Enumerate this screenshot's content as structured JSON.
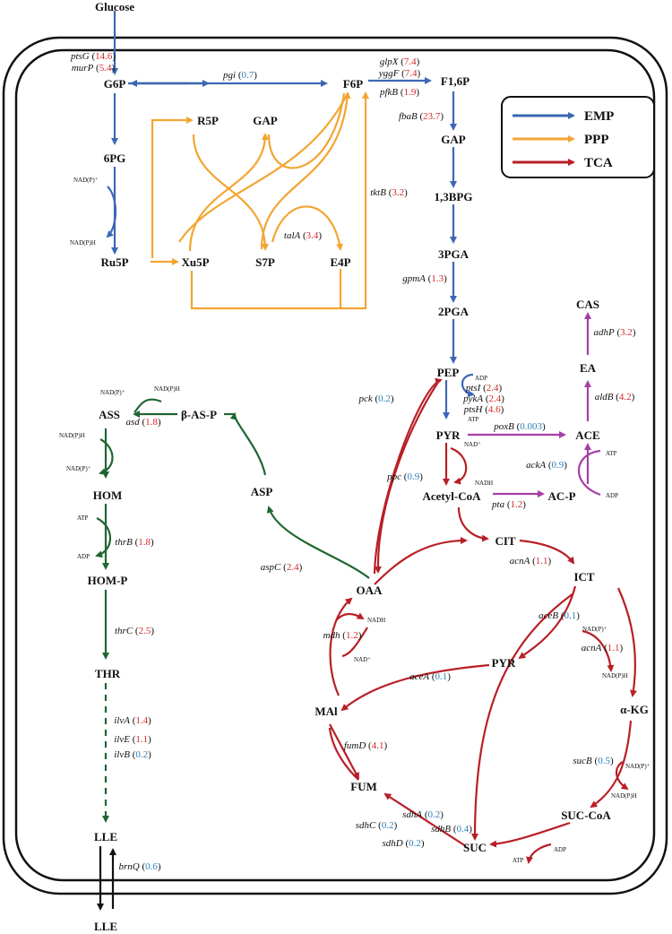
{
  "colors": {
    "emp": "#3d67b5",
    "ppp": "#f3a533",
    "tca": "#b81f26",
    "acetate": "#a63ea8",
    "threonine": "#1f6632",
    "value_up": "#d62727",
    "value_down": "#2c7fb8",
    "outline": "#111111"
  },
  "legend": {
    "emp": "EMP",
    "ppp": "PPP",
    "tca": "TCA"
  },
  "metabolites": {
    "glucose": "Glucose",
    "g6p": "G6P",
    "f6p": "F6P",
    "f16p": "F1,6P",
    "pg6": "6PG",
    "r5p": "R5P",
    "gap_ppp": "GAP",
    "ru5p": "Ru5P",
    "xu5p": "Xu5P",
    "s7p": "S7P",
    "e4p": "E4P",
    "gap": "GAP",
    "bpg13": "1,3BPG",
    "pga3": "3PGA",
    "pga2": "2PGA",
    "pep": "PEP",
    "pyr": "PYR",
    "acetyl_coa": "Acetyl-CoA",
    "ace": "ACE",
    "acp": "AC-P",
    "ea": "EA",
    "cas": "CAS",
    "cit": "CIT",
    "ict": "ICT",
    "oaa": "OAA",
    "pyr2": "PYR",
    "mal": "MAl",
    "akg": "α-KG",
    "fum": "FUM",
    "suc_coa": "SUC-CoA",
    "suc": "SUC",
    "asp": "ASP",
    "bas_p": "β-AS-P",
    "ass": "ASS",
    "hom": "HOM",
    "hom_p": "HOM-P",
    "thr": "THR",
    "lle_in": "LLE",
    "lle_out": "LLE"
  },
  "cofactors": {
    "nadp_plus": "NAD(P)⁺",
    "nadph": "NAD(P)H",
    "nad_plus": "NAD⁺",
    "nadh": "NADH",
    "adp": "ADP",
    "atp": "ATP"
  },
  "genes": {
    "ptsG": {
      "name": "ptsG",
      "value": "14.6"
    },
    "murP": {
      "name": "murP",
      "value": "5.4"
    },
    "pgi": {
      "name": "pgi",
      "value": "0.7"
    },
    "glpX": {
      "name": "glpX",
      "value": "7.4"
    },
    "yggF": {
      "name": "yggF",
      "value": "7.4"
    },
    "pfkB": {
      "name": "pfkB",
      "value": "1.9"
    },
    "fbaB": {
      "name": "fbaB",
      "value": "23.7"
    },
    "tktB": {
      "name": "tktB",
      "value": "3.2"
    },
    "talA": {
      "name": "talA",
      "value": "3.4"
    },
    "gpmA": {
      "name": "gpmA",
      "value": "1.3"
    },
    "ptsI": {
      "name": "ptsI",
      "value": "2.4"
    },
    "pykA": {
      "name": "pykA",
      "value": "2.4"
    },
    "ptsH": {
      "name": "ptsH",
      "value": "4.6"
    },
    "pck": {
      "name": "pck",
      "value": "0.2"
    },
    "ppc": {
      "name": "ppc",
      "value": "0.9"
    },
    "poxB": {
      "name": "poxB",
      "value": "0.003"
    },
    "ackA": {
      "name": "ackA",
      "value": "0.9"
    },
    "pta": {
      "name": "pta",
      "value": "1.2"
    },
    "aldB": {
      "name": "aldB",
      "value": "4.2"
    },
    "adhP": {
      "name": "adhP",
      "value": "3.2"
    },
    "acnA1": {
      "name": "acnA",
      "value": "1.1"
    },
    "aceB": {
      "name": "aceB",
      "value": "0.1"
    },
    "acnA2": {
      "name": "acnA",
      "value": "1.1"
    },
    "mdh": {
      "name": "mdh",
      "value": "1.2"
    },
    "aceA": {
      "name": "aceA",
      "value": "0.1"
    },
    "fumD": {
      "name": "fumD",
      "value": "4.1"
    },
    "sucB": {
      "name": "sucB",
      "value": "0.5"
    },
    "sdhA": {
      "name": "sdhA",
      "value": "0.2"
    },
    "sdhB": {
      "name": "sdhB",
      "value": "0.4"
    },
    "sdhC": {
      "name": "sdhC",
      "value": "0.2"
    },
    "sdhD": {
      "name": "sdhD",
      "value": "0.2"
    },
    "aspC": {
      "name": "aspC",
      "value": "2.4"
    },
    "asd": {
      "name": "asd",
      "value": "1.8"
    },
    "thrB": {
      "name": "thrB",
      "value": "1.8"
    },
    "thrC": {
      "name": "thrC",
      "value": "2.5"
    },
    "ilvA": {
      "name": "ilvA",
      "value": "1.4"
    },
    "ilvE": {
      "name": "ilvE",
      "value": "1.1"
    },
    "ilvB": {
      "name": "ilvB",
      "value": "0.2"
    },
    "brnQ": {
      "name": "brnQ",
      "value": "0.6"
    }
  }
}
